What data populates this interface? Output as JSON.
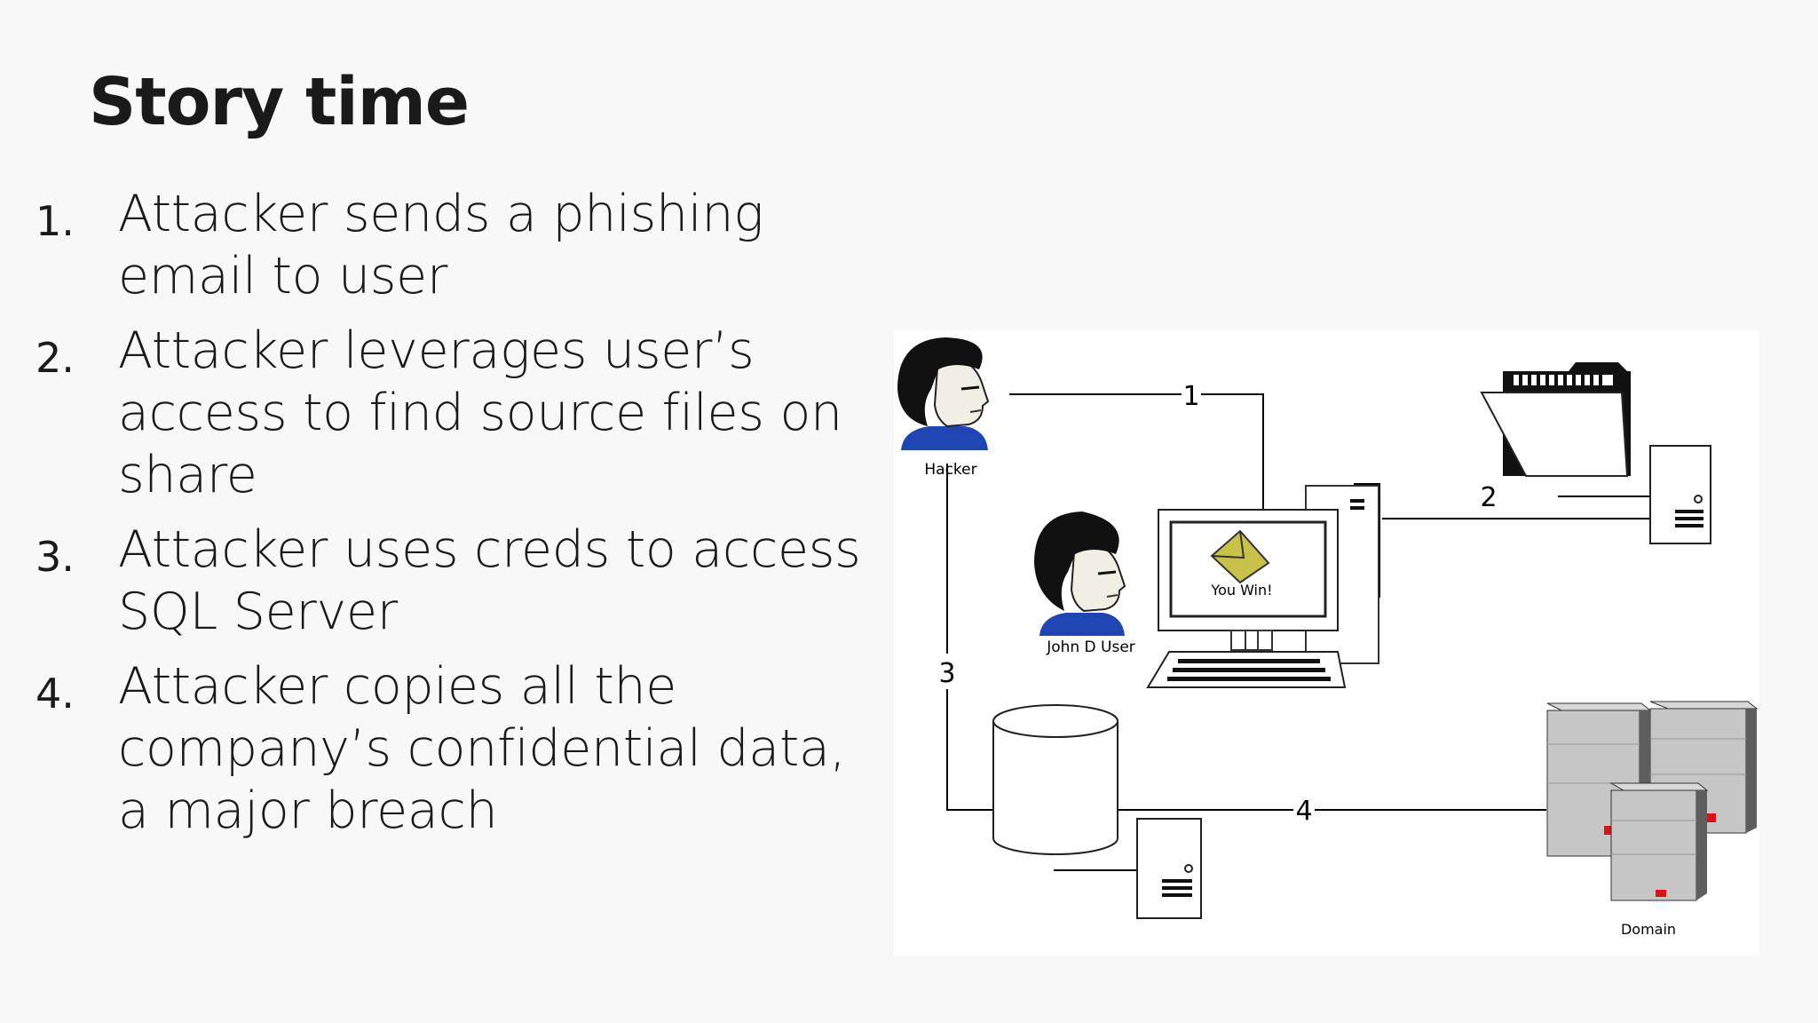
{
  "slide": {
    "title": "Story time",
    "items": [
      {
        "number": "1.",
        "text": "Attacker sends a phishing email to user"
      },
      {
        "number": "2.",
        "text": "Attacker leverages user’s access to find source files on share"
      },
      {
        "number": "3.",
        "text": "Attacker uses creds to access SQL Server"
      },
      {
        "number": "4.",
        "text": "Attacker copies all the company’s confidential data, a major breach"
      }
    ]
  },
  "diagram": {
    "hacker_label": "Hacker",
    "user_label": "John D User",
    "screen_message": "You Win!",
    "domain_label": "Domain",
    "step_labels": [
      "1",
      "2",
      "3",
      "4"
    ]
  }
}
